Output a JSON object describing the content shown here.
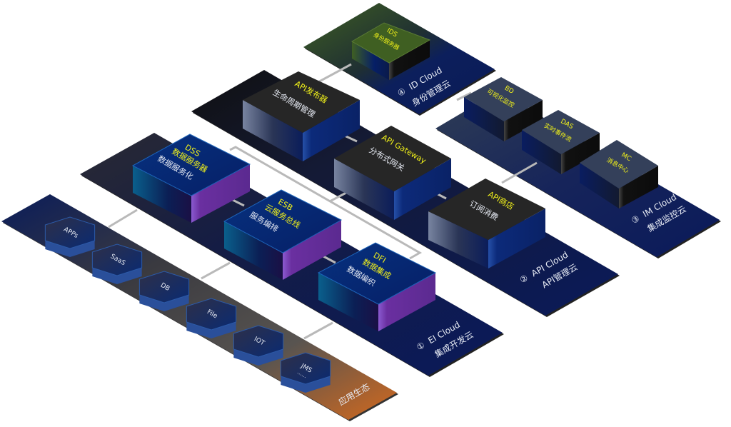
{
  "diagram": {
    "title": "Cloud integration platform architecture",
    "platforms": [
      {
        "id": "id-cloud",
        "number": "④",
        "name": "ID Cloud",
        "subtitle": "身份管理云",
        "colors": {
          "top": "#0d1f5c",
          "accent": "#3f5f22"
        },
        "modules": [
          {
            "code": "IDS",
            "title": "身份服务器",
            "desc": ""
          }
        ]
      },
      {
        "id": "api-cloud",
        "number": "②",
        "name": "API Cloud",
        "subtitle": "API管理云",
        "colors": {
          "top": "#0d1f5c",
          "accent": "#111111"
        },
        "modules": [
          {
            "code": "API发布器",
            "title": "",
            "desc": "生命周期管理"
          },
          {
            "code": "API Gateway",
            "title": "",
            "desc": "分布式网关"
          },
          {
            "code": "API商店",
            "title": "",
            "desc": "订阅消费"
          }
        ]
      },
      {
        "id": "im-cloud",
        "number": "③",
        "name": "IM Cloud",
        "subtitle": "集成监控云",
        "colors": {
          "top": "#0d1f5c",
          "accent": "#2e3d55"
        },
        "modules": [
          {
            "code": "BD",
            "title": "可视化监控",
            "desc": ""
          },
          {
            "code": "DAS",
            "title": "实时事件流",
            "desc": ""
          },
          {
            "code": "MC",
            "title": "消息中心",
            "desc": ""
          }
        ]
      },
      {
        "id": "ei-cloud",
        "number": "①",
        "name": "EI Cloud",
        "subtitle": "集成开发云",
        "colors": {
          "top": "#0d1f5c",
          "accent": "#2a2a33"
        },
        "modules": [
          {
            "code": "DSS",
            "title": "数据服务器",
            "desc": "数据服务化"
          },
          {
            "code": "ESB",
            "title": "云服务总线",
            "desc": "服务编排"
          },
          {
            "code": "DFI",
            "title": "数据集成",
            "desc": "数据编织"
          }
        ]
      },
      {
        "id": "app-ecosystem",
        "number": "",
        "name": "",
        "subtitle": "应用生态",
        "colors": {
          "top": "#0d1f5c",
          "accent": "#d2691e"
        },
        "modules": [
          {
            "code": "APPs"
          },
          {
            "code": "SaaS"
          },
          {
            "code": "DB"
          },
          {
            "code": "File"
          },
          {
            "code": "IOT"
          },
          {
            "code": "JMS",
            "extra": "……"
          }
        ]
      }
    ],
    "colors": {
      "label_primary": "#f2f21a",
      "label_secondary": "#e8ecf5",
      "connector": "#b9b9b9",
      "block_blue": "#06256e",
      "block_purple": "#6a2fa0",
      "block_dark": "#262626",
      "hex": "#0c2a6e"
    }
  }
}
